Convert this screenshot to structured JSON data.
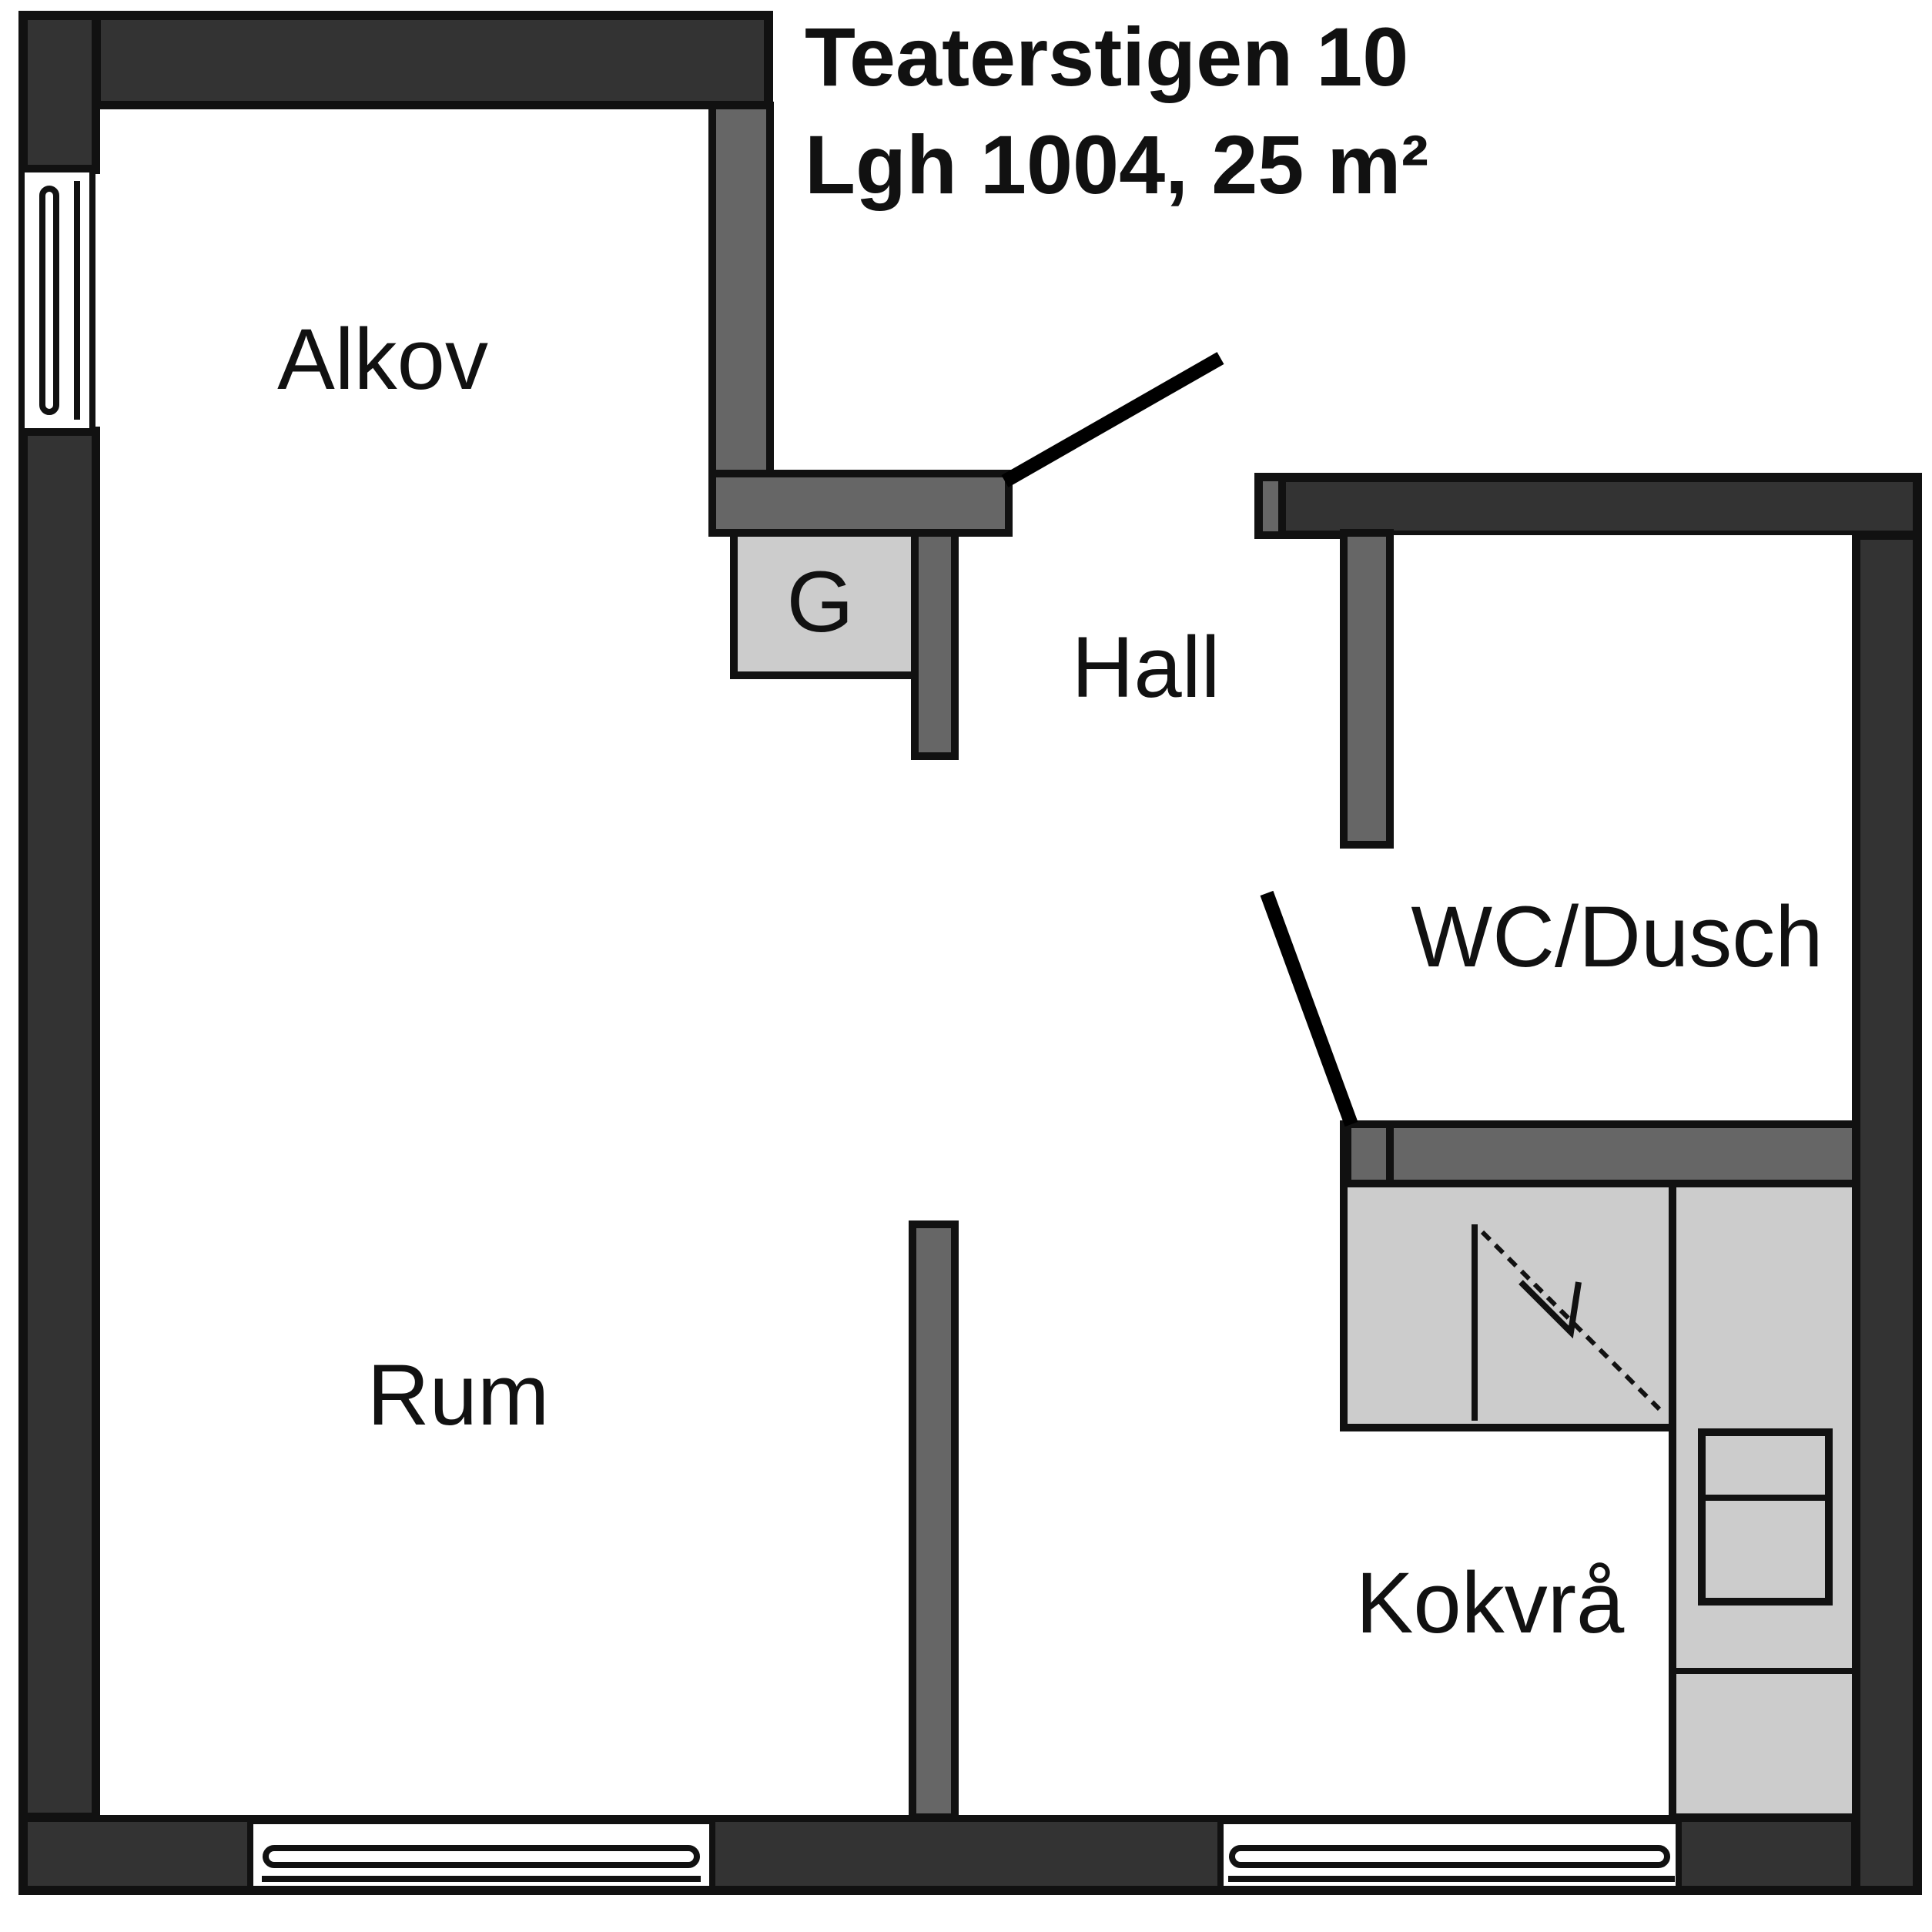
{
  "header": {
    "address": "Teaterstigen 10",
    "unit": "Lgh 1004, 25 m²"
  },
  "rooms": {
    "alkov": "Alkov",
    "garderob": "G",
    "hall": "Hall",
    "wc_dusch": "WC/Dusch",
    "rum": "Rum",
    "kokvra": "Kokvrå"
  },
  "colors": {
    "exterior_wall": "#333333",
    "interior_wall": "#666666",
    "fixtures": "#cccccc",
    "outline": "#111111",
    "floor": "#ffffff"
  }
}
